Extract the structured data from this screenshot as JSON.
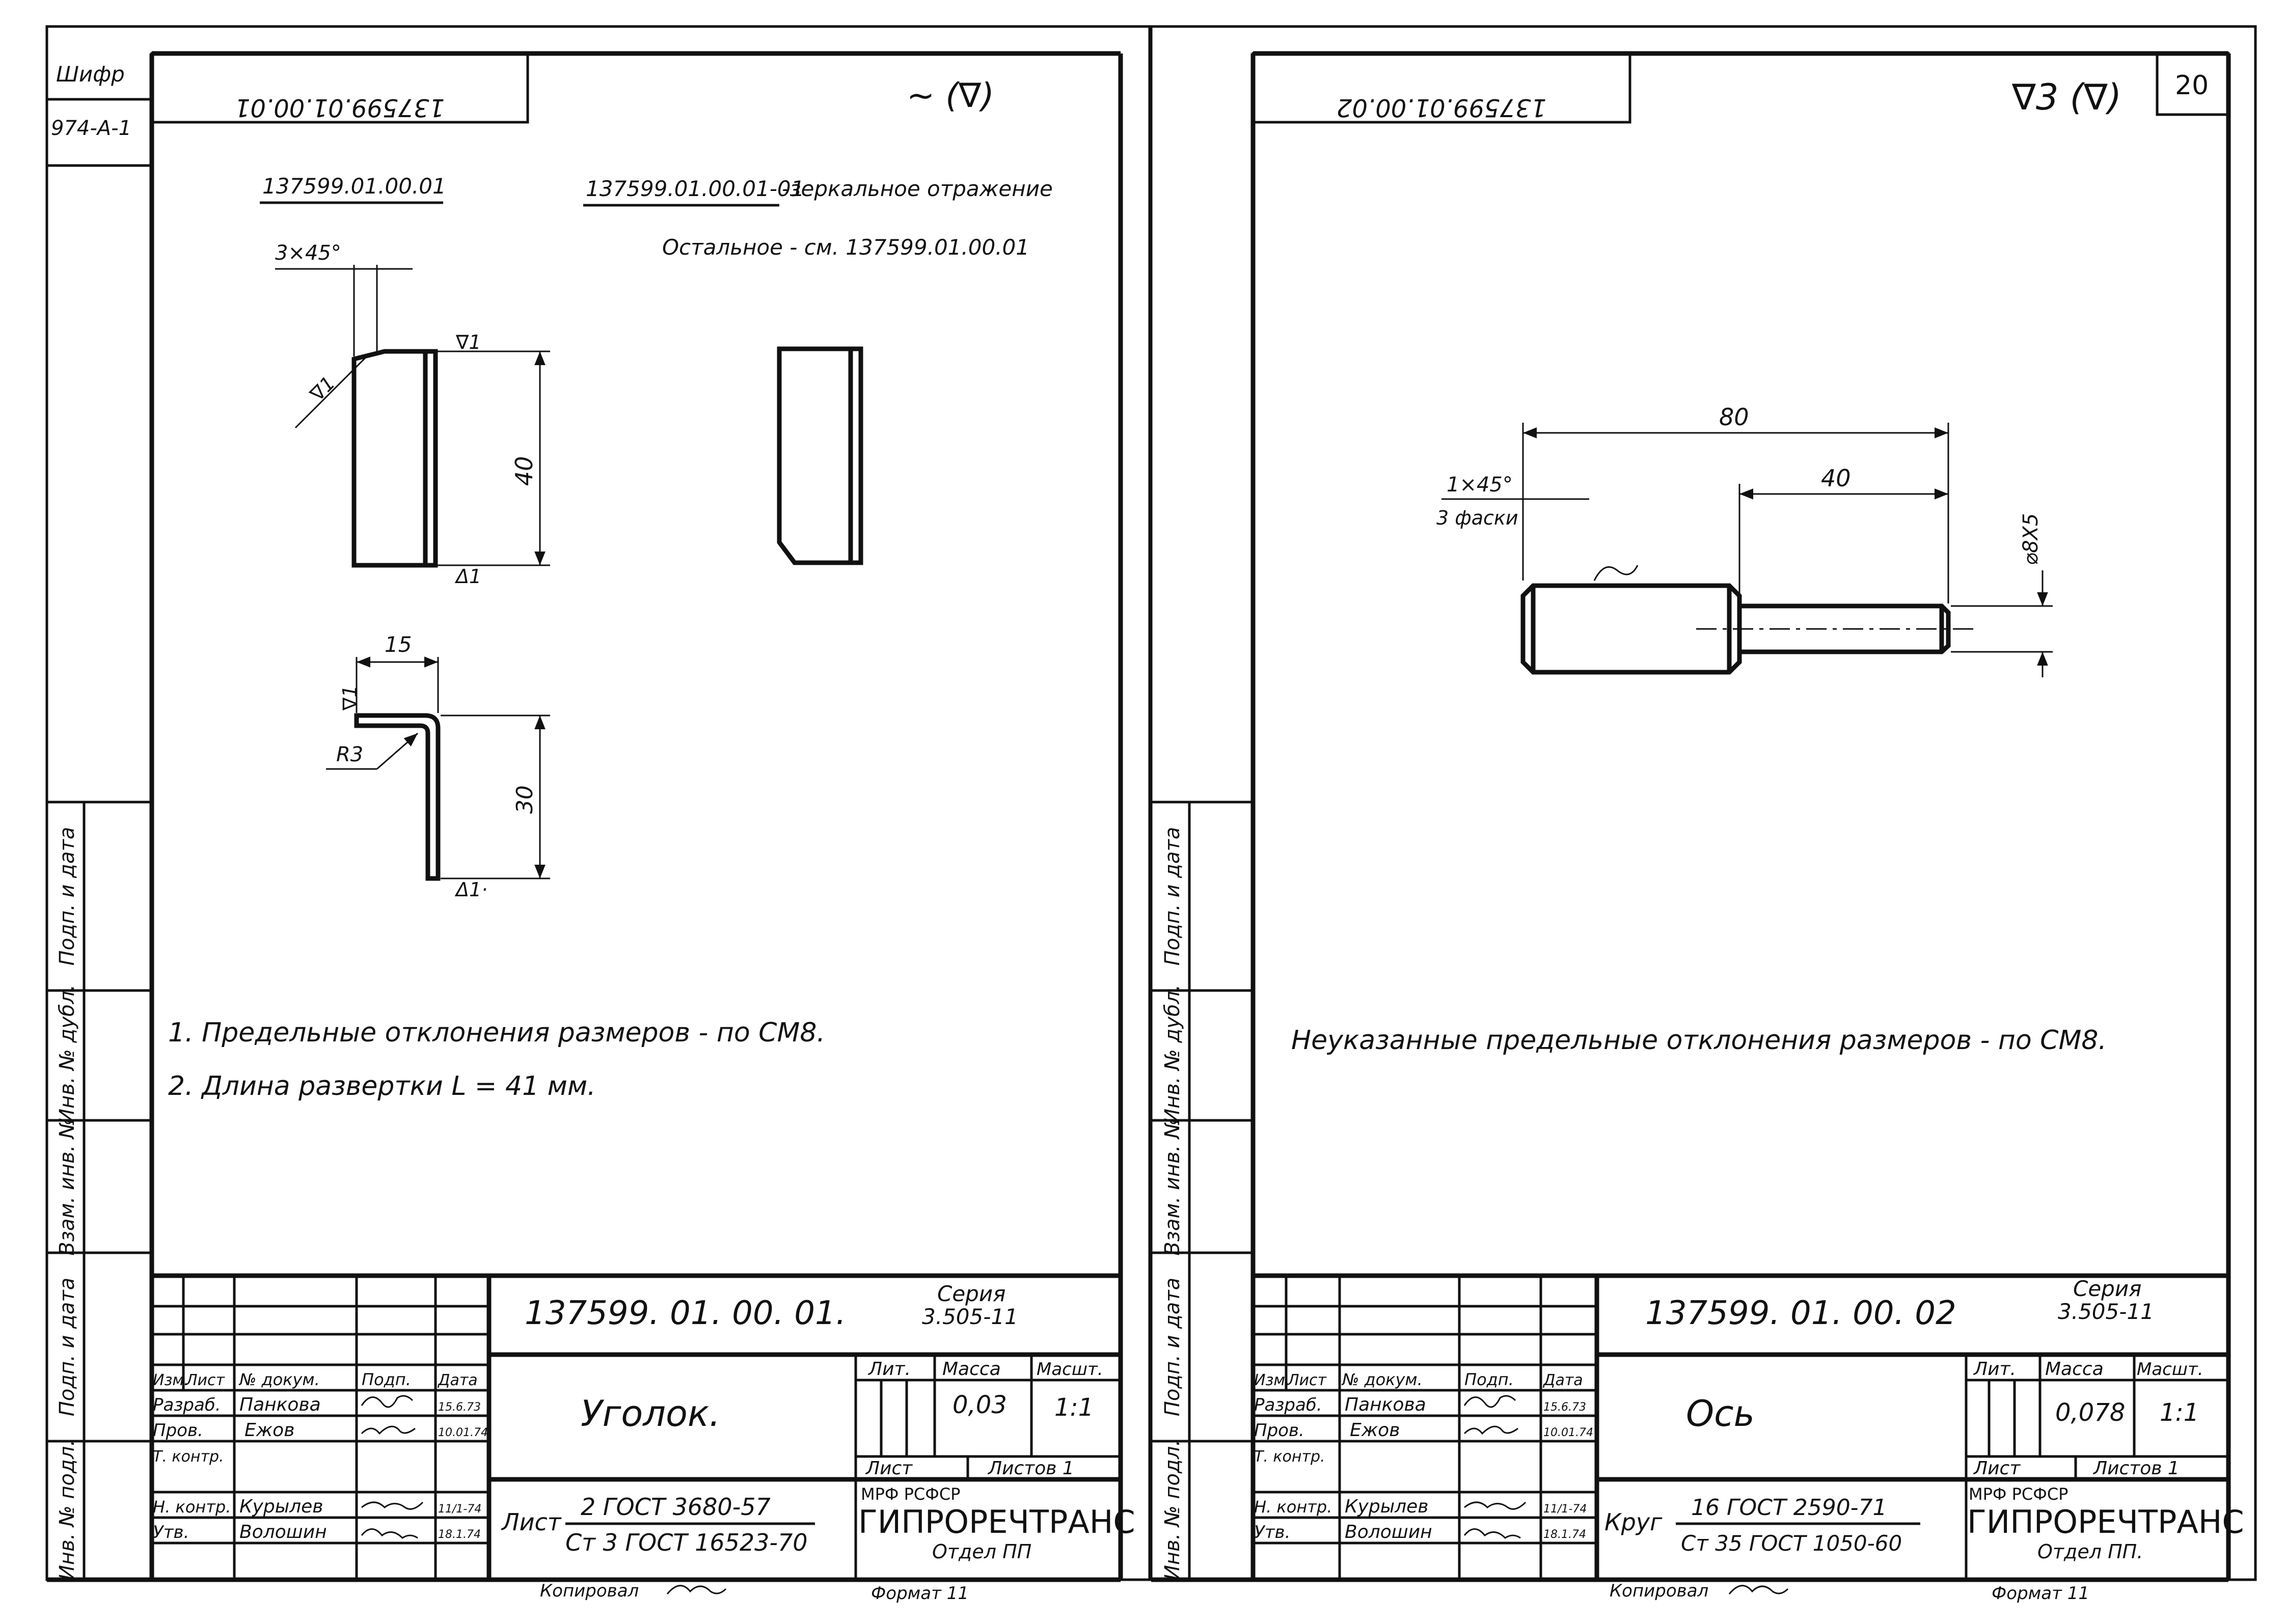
{
  "left_sheet": {
    "cipher_label": "Шифр",
    "cipher_code": "974-А-1",
    "mirrored_code": "137599.01.00.01",
    "roughness_mark": "∼ (∇)",
    "part_label": "137599.01.00.01",
    "mirror_note_code": "137599.01.00.01-01",
    "mirror_note_text": "-зеркальное отражение",
    "other_note": "Остальное - см. 137599.01.00.01",
    "dims": {
      "chamfer": "3×45°",
      "height": "40",
      "width": "15",
      "radius": "R3",
      "height2": "30",
      "rough1": "∇1"
    },
    "notes": [
      "1. Предельные отклонения размеров - по СМ8.",
      "2. Длина развертки L = 41 мм."
    ],
    "side_labels": [
      "Подп. и дата",
      "Инв. № дубл.",
      "Взам. инв. №",
      "Подп. и дата",
      "Инв. № подл."
    ],
    "title_block": {
      "doc_number": "137599. 01. 00. 01.",
      "series_label": "Серия",
      "series_value": "3.505-11",
      "part_name": "Уголок.",
      "col_headers": [
        "Изм.",
        "Лист",
        "№ докум.",
        "Подп.",
        "Дата"
      ],
      "people": [
        {
          "role": "Разраб.",
          "name": "Панкова",
          "date": "15.6.73"
        },
        {
          "role": "Пров.",
          "name": "Ежов",
          "date": "10.01.74"
        },
        {
          "role": "Т. контр.",
          "name": "",
          "date": ""
        },
        {
          "role": "Н. контр.",
          "name": "Курылев",
          "date": "11/1-74"
        },
        {
          "role": "Утв.",
          "name": "Волошин",
          "date": "18.1.74"
        }
      ],
      "material_label": "Лист",
      "material_top": "2 ГОСТ 3680-57",
      "material_bottom": "Ст 3 ГОСТ 16523-70",
      "lit_label": "Лит.",
      "mass_label": "Масса",
      "scale_label": "Масшт.",
      "mass": "0,03",
      "scale": "1:1",
      "sheet_label": "Лист",
      "sheets_label": "Листов 1",
      "org_top": "МРФ        РСФСР",
      "org_name": "ГИПРОРЕЧТРАНС",
      "org_dept": "Отдел ПП",
      "copied": "Копировал",
      "format": "Формат 11"
    }
  },
  "right_sheet": {
    "page_number": "20",
    "mirrored_code": "137599.01.00.02",
    "roughness_mark": "∇3 (∇)",
    "dims": {
      "length": "80",
      "step": "40",
      "chamfer": "1×45°",
      "chamfer_count": "3 фаски",
      "diameter": "⌀8X5"
    },
    "notes": [
      "Неуказанные предельные отклонения размеров - по СМ8."
    ],
    "side_labels": [
      "Подп. и дата",
      "Инв. № дубл.",
      "Взам. инв. №",
      "Подп. и дата",
      "Инв. № подл."
    ],
    "title_block": {
      "doc_number": "137599. 01. 00. 02",
      "series_label": "Серия",
      "series_value": "3.505-11",
      "part_name": "Ось",
      "col_headers": [
        "Изм.",
        "Лист",
        "№ докум.",
        "Подп.",
        "Дата"
      ],
      "people": [
        {
          "role": "Разраб.",
          "name": "Панкова",
          "date": "15.6.73"
        },
        {
          "role": "Пров.",
          "name": "Ежов",
          "date": "10.01.74"
        },
        {
          "role": "Т. контр.",
          "name": "",
          "date": ""
        },
        {
          "role": "Н. контр.",
          "name": "Курылев",
          "date": "11/1-74"
        },
        {
          "role": "Утв.",
          "name": "Волошин",
          "date": "18.1.74"
        }
      ],
      "material_label": "Круг",
      "material_top": "16 ГОСТ 2590-71",
      "material_bottom": "Ст 35 ГОСТ 1050-60",
      "lit_label": "Лит.",
      "mass_label": "Масса",
      "scale_label": "Масшт.",
      "mass": "0,078",
      "scale": "1:1",
      "sheet_label": "Лист",
      "sheets_label": "Листов 1",
      "org_top": "МРФ        РСФСР",
      "org_name": "ГИПРОРЕЧТРАНС",
      "org_dept": "Отдел ПП.",
      "copied": "Копировал",
      "format": "Формат 11"
    }
  }
}
